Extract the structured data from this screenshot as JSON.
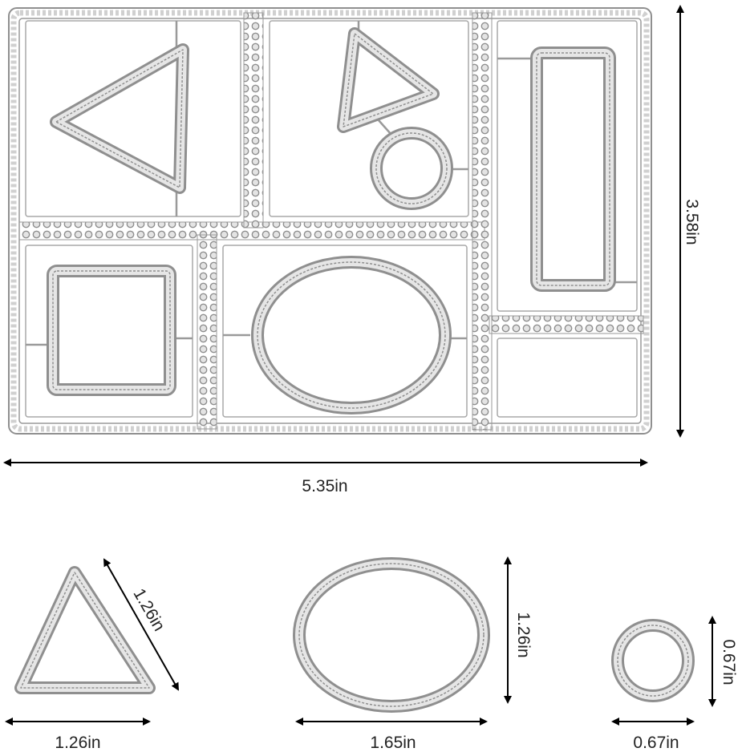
{
  "image": {
    "type": "product dimension diagram",
    "subject": "metal cutting die sheet with geometric shapes",
    "colors": {
      "metal": "#c9c9c9",
      "metal_dark": "#8f8f8f",
      "arrow": "#000000",
      "text": "#222222"
    }
  },
  "dimensions": {
    "sheet_height": "3.58in",
    "sheet_width": "5.35in",
    "triangle_side": "1.26in",
    "triangle_base": "1.26in",
    "oval_height": "1.26in",
    "oval_width": "1.65in",
    "circle_height": "0.67in",
    "circle_width": "0.67in"
  }
}
